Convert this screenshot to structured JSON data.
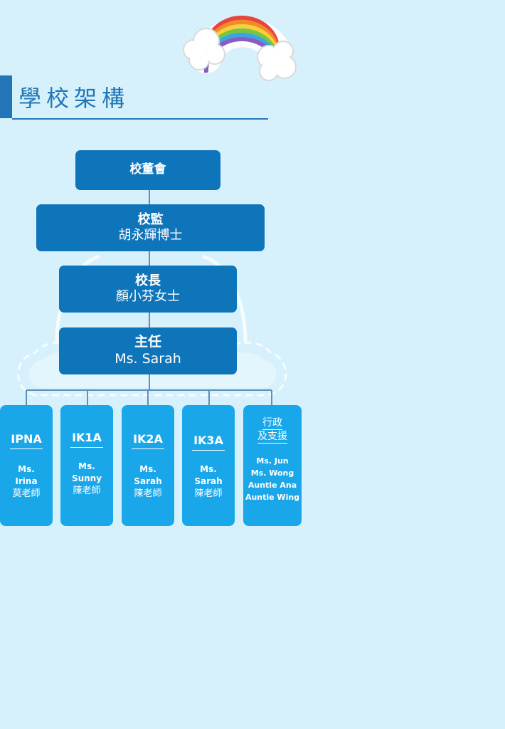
{
  "page": {
    "title": "學校架構"
  },
  "org_chart": {
    "board": "校董會",
    "supervisor": {
      "role": "校監",
      "name": "胡永輝博士"
    },
    "principal": {
      "role": "校長",
      "name": "顏小芬女士"
    },
    "director": {
      "role": "主任",
      "name": "Ms. Sarah"
    },
    "classes": [
      {
        "name": "IPNA",
        "teacher": [
          "Ms.",
          "Irina",
          "莫老師"
        ]
      },
      {
        "name": "IK1A",
        "teacher": [
          "Ms.",
          "Sunny",
          "陳老師"
        ]
      },
      {
        "name": "IK2A",
        "teacher": [
          "Ms.",
          "Sarah",
          "陳老師"
        ]
      },
      {
        "name": "IK3A",
        "teacher": [
          "Ms.",
          "Sarah",
          "陳老師"
        ]
      }
    ],
    "admin": {
      "title": [
        "行政",
        "及支援"
      ],
      "staff": [
        "Ms. Jun",
        "Ms. Wong",
        "Auntie Ana",
        "Auntie Wing"
      ]
    }
  },
  "colors": {
    "background": "#d6f1fc",
    "title": "#2276b8",
    "box_dark": "#0f75bb",
    "box_light": "#1aa7ea",
    "connector": "#5e8fb8"
  },
  "icons": {
    "decoration": "rainbow-cloud-icon",
    "watermark": "cloud-watermark-icon"
  }
}
